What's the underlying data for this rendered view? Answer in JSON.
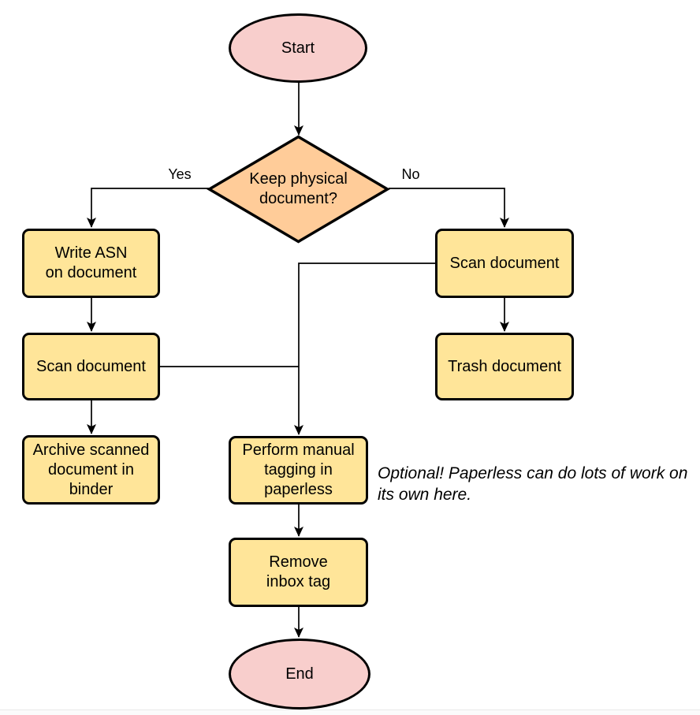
{
  "flowchart": {
    "nodes": {
      "start": {
        "shape": "terminator",
        "lines": [
          "Start"
        ]
      },
      "keep_physical": {
        "shape": "decision",
        "lines": [
          "Keep physical",
          "document?"
        ]
      },
      "write_asn": {
        "shape": "process",
        "lines": [
          "Write ASN",
          "on document"
        ]
      },
      "scan_document_left": {
        "shape": "process",
        "lines": [
          "Scan document"
        ]
      },
      "archive_scanned": {
        "shape": "process",
        "lines": [
          "Archive scanned",
          "document in",
          "binder"
        ]
      },
      "scan_document_right": {
        "shape": "process",
        "lines": [
          "Scan document"
        ]
      },
      "trash_document": {
        "shape": "process",
        "lines": [
          "Trash document"
        ]
      },
      "perform_tagging": {
        "shape": "process",
        "lines": [
          "Perform manual",
          "tagging in",
          "paperless"
        ]
      },
      "remove_inbox_tag": {
        "shape": "process",
        "lines": [
          "Remove",
          "inbox tag"
        ]
      },
      "end": {
        "shape": "terminator",
        "lines": [
          "End"
        ]
      }
    },
    "edge_labels": {
      "yes": "Yes",
      "no": "No"
    },
    "note": "Optional! Paperless can do lots of work on its own here.",
    "colors": {
      "terminator_fill": "#f8cecc",
      "decision_fill": "#ffcc99",
      "process_fill": "#ffe599",
      "stroke_color": "#000000"
    }
  }
}
